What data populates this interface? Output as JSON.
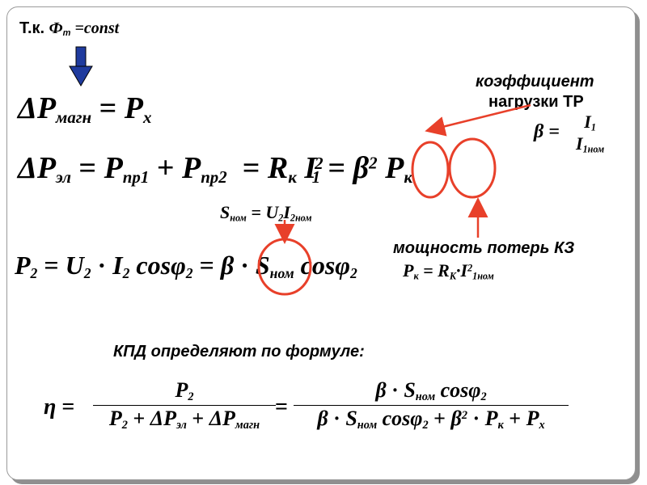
{
  "header": {
    "prefix": "Т.к.",
    "phi": "Ф",
    "phi_sub": "m",
    "const": " =const"
  },
  "eq1": {
    "lhs": "ΔP",
    "lhs_sub": "магн",
    "eq": "=",
    "rhs": "P",
    "rhs_sub": "x"
  },
  "eq2": {
    "lhs": "ΔP",
    "lhs_sub": "эл",
    "eq": "=",
    "p1": "P",
    "p1_sub": "пр1",
    "plus": "+",
    "p2": "P",
    "p2_sub": "пр2",
    "eq2": "=",
    "r": "R",
    "r_sub": "к",
    "i": "I",
    "i_sub": "1",
    "i_sup": "2",
    "eq3": "=",
    "beta": "β",
    "beta_sup": "2",
    "pk": "P",
    "pk_sub": "к"
  },
  "beta_note": {
    "line1": "коэффициент",
    "line2": "нагрузки ТР",
    "beta": "β =",
    "num": "I",
    "num_sub": "1",
    "den": "I",
    "den_sub": "1ном"
  },
  "snom": {
    "s": "S",
    "s_sub": "ном",
    "eq": " = ",
    "u": "U",
    "u_sub": "2",
    "i": "I",
    "i_sub": "2ном"
  },
  "eq3": {
    "p": "P",
    "p_sub": "2",
    "eq": "=",
    "u": "U",
    "u_sub": "2",
    "dot": "·",
    "i": "I",
    "i_sub": "2",
    "cos": "cosφ",
    "cos_sub": "2",
    "eq2": "=",
    "beta": "β",
    "dot2": "·",
    "s": "S",
    "s_sub": "ном",
    "cos2": "cosφ",
    "cos2_sub": "2"
  },
  "pk_note": {
    "label": "мощность потерь КЗ",
    "p": "P",
    "p_sub": "к",
    "eq": " = ",
    "r": "R",
    "r_sub": "К",
    "dot": "·",
    "i": "I",
    "i_sup": "2",
    "i_sub": "1ном"
  },
  "kpd_label": "КПД определяют по формуле:",
  "eta": {
    "eta": "η",
    "eq": "=",
    "num1": "P",
    "num1_sub": "2",
    "den1_a": "P",
    "den1_a_sub": "2",
    "den1_plus": " + ",
    "den1_b": "ΔP",
    "den1_b_sub": "эл",
    "den1_plus2": " + ",
    "den1_c": "ΔP",
    "den1_c_sub": "магн",
    "eq2": "=",
    "num2_b": "β",
    "num2_dot": " · ",
    "num2_s": "S",
    "num2_s_sub": "ном",
    "num2_cos": " cosφ",
    "num2_cos_sub": "2",
    "den2_b": "β",
    "den2_dot": " · ",
    "den2_s": "S",
    "den2_s_sub": "ном",
    "den2_cos": " cosφ",
    "den2_cos_sub": "2",
    "den2_plus": " + ",
    "den2_b2": "β",
    "den2_b2_sup": "2",
    "den2_dot2": " · ",
    "den2_p": "P",
    "den2_p_sub": "к",
    "den2_plus2": " + ",
    "den2_px": "P",
    "den2_px_sub": "x"
  },
  "colors": {
    "accent": "#e8402a",
    "arrow_blue": "#1f3b9e"
  }
}
